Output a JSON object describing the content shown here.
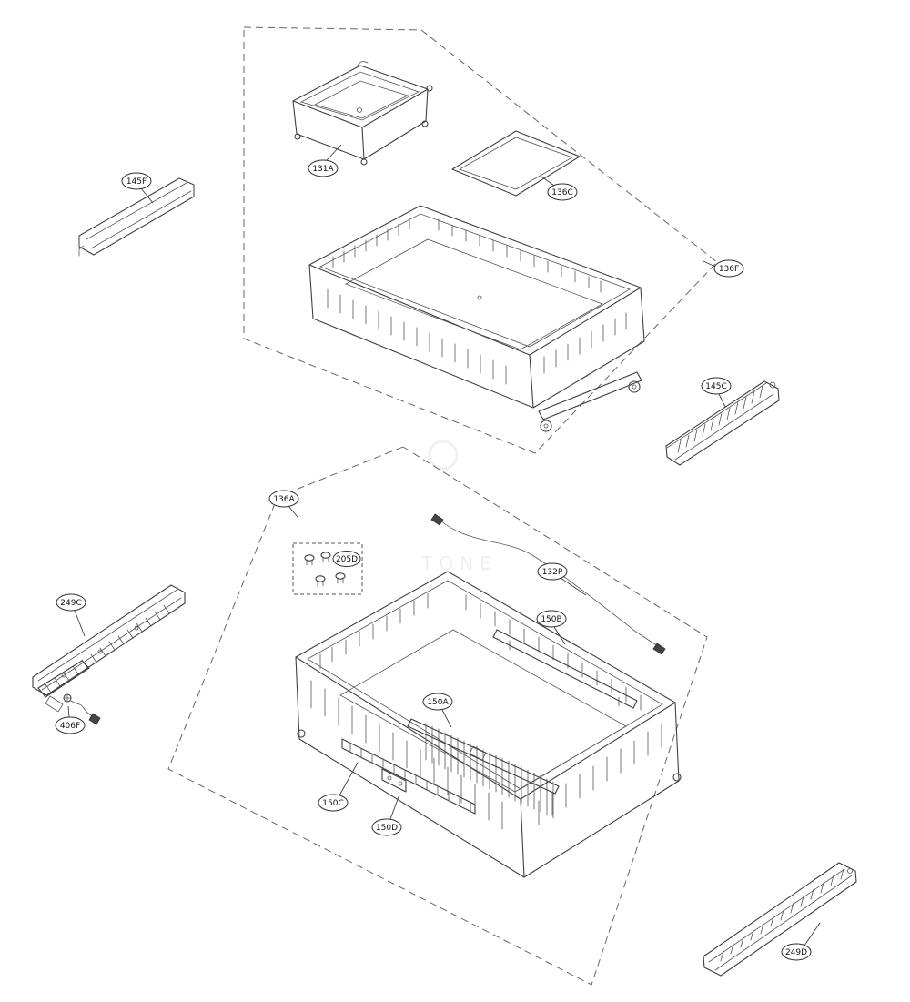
{
  "callouts": {
    "145F": "145F",
    "131A": "131A",
    "136C": "136C",
    "136F": "136F",
    "145C": "145C",
    "136A": "136A",
    "205D": "205D",
    "132P": "132P",
    "150B": "150B",
    "150A": "150A",
    "150C": "150C",
    "150D": "150D",
    "249C": "249C",
    "406F": "406F",
    "249D": "249D"
  },
  "watermark": {
    "text": "TONE"
  },
  "colors": {
    "line": "#3f3f3f",
    "dashed_boundary": "#666666",
    "label_text": "#111111",
    "background": "#ffffff"
  }
}
